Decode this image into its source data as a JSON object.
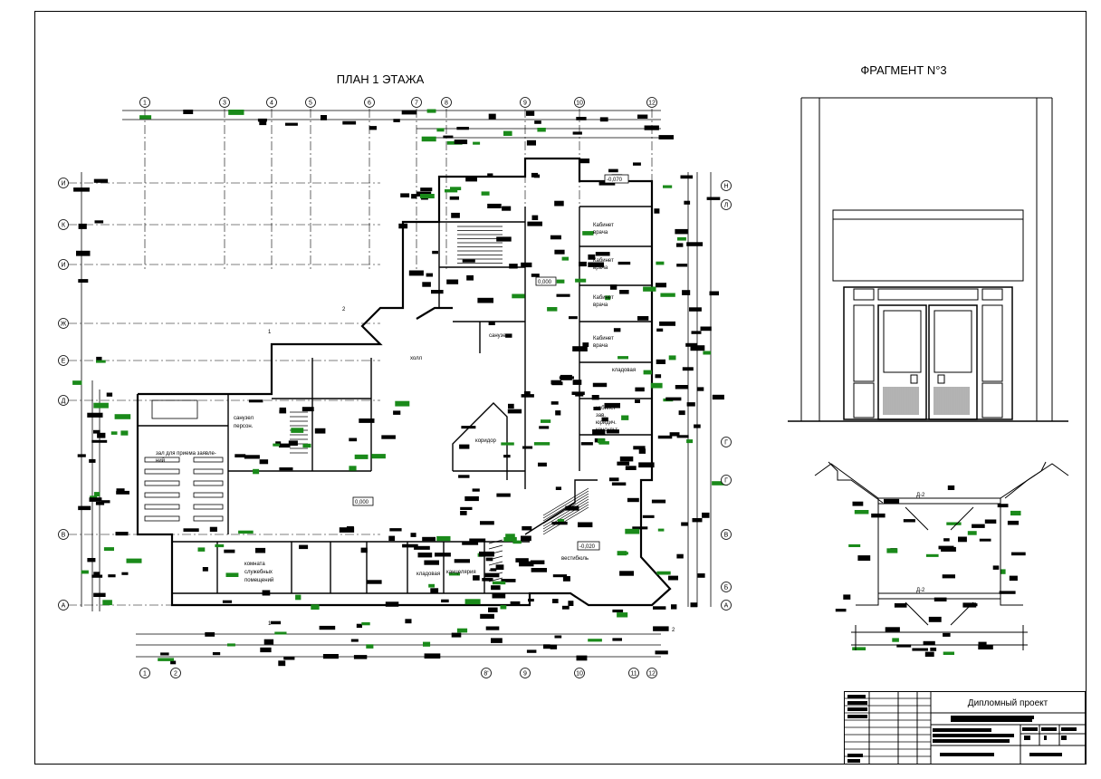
{
  "drawing": {
    "plan_title": "ПЛАН 1 ЭТАЖА",
    "fragment_title": "ФРАГМЕНТ N°3",
    "axes_top": [
      "1",
      "3",
      "4",
      "5",
      "6",
      "7",
      "8",
      "9",
      "10",
      "12"
    ],
    "axes_bottom": [
      "1",
      "2",
      "8'",
      "9",
      "10",
      "11",
      "12"
    ],
    "axes_left": [
      "И",
      "К",
      "И",
      "Ж",
      "Е",
      "Д",
      "В",
      "А"
    ],
    "axes_right": [
      "Н",
      "Л",
      "Г",
      "Г",
      "В",
      "Б",
      "А"
    ],
    "levels": {
      "main": "0,000",
      "hall": "0,000",
      "entry": "-0,070",
      "vestibule": "-0,020"
    },
    "rooms": {
      "office1": [
        "Кабинет",
        "врача"
      ],
      "office2": [
        "Кабинет",
        "врача"
      ],
      "office3": [
        "Кабинет",
        "врача"
      ],
      "office4": [
        "Кабинет",
        "врача"
      ],
      "storage1": "кладовая",
      "head_office": [
        "кабинет",
        "зав.",
        "юридич.",
        "консульт."
      ],
      "hall": "холл",
      "corridor": "коридор",
      "wc": "санузел",
      "wc2": [
        "санузел",
        "персон."
      ],
      "waiting": "зал для приема заявле-",
      "waiting2": "ний",
      "service": [
        "комната",
        "служебных",
        "помещений"
      ],
      "storage2": "кладовая",
      "chancellery": "канцелярия",
      "vestibule": "вестибюль"
    },
    "section_marks": {
      "s1": "1",
      "s2": "2",
      "door": "Д-2"
    }
  },
  "title_block": {
    "project": "Дипломный проект"
  }
}
